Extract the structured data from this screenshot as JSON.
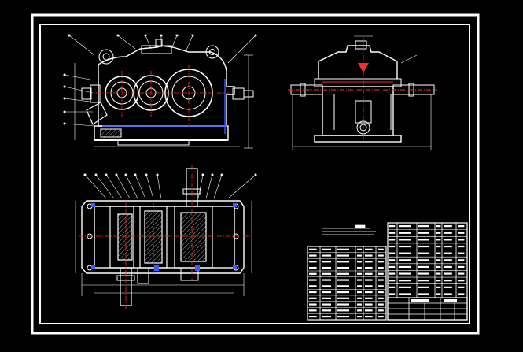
{
  "viewport": {
    "title": ""
  },
  "drawing": {
    "background": "#000000",
    "colors": {
      "outline": "#ffffff",
      "centerline": "#ff2a2a",
      "dimension": "#ffffff",
      "hidden": "#3c5bff",
      "hatch": "#cfcfcf"
    },
    "views": [
      {
        "id": "front-view",
        "label": ""
      },
      {
        "id": "side-view",
        "label": ""
      },
      {
        "id": "top-view",
        "label": ""
      }
    ],
    "title_block": {
      "note_lines": 3,
      "parts_rows": 12,
      "parts_cols": 6,
      "bom_rows": 11,
      "bom_cols": 6
    }
  }
}
